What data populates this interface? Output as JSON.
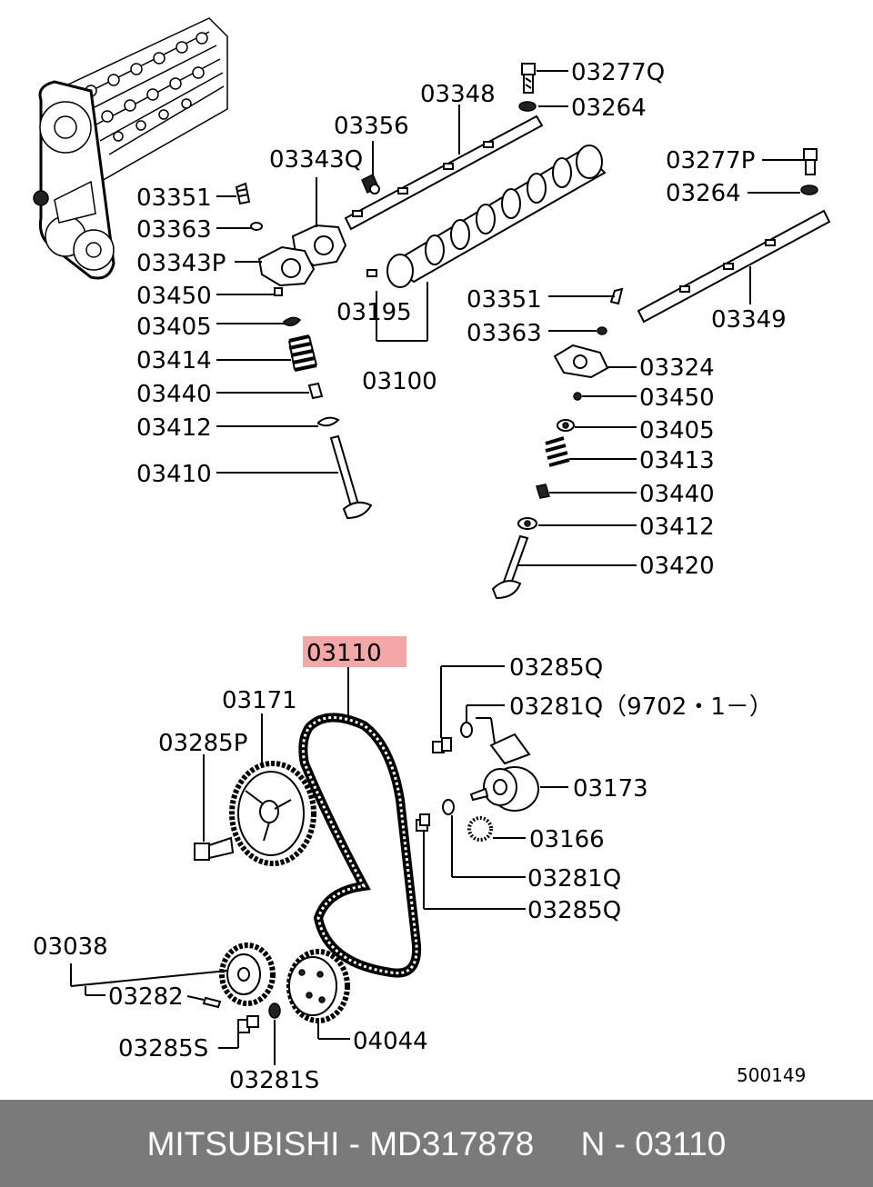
{
  "labels": {
    "l03277Q": "03277Q",
    "l03264a": "03264",
    "l03348": "03348",
    "l03356": "03356",
    "l03343Q": "03343Q",
    "l03277P": "03277P",
    "l03264b": "03264",
    "l03351a": "03351",
    "l03363a": "03363",
    "l03343P": "03343P",
    "l03450a": "03450",
    "l03405a": "03405",
    "l03414": "03414",
    "l03440a": "03440",
    "l03412a": "03412",
    "l03410": "03410",
    "l03195": "03195",
    "l03100": "03100",
    "l03351b": "03351",
    "l03363b": "03363",
    "l03349": "03349",
    "l03324": "03324",
    "l03450b": "03450",
    "l03405b": "03405",
    "l03413": "03413",
    "l03440b": "03440",
    "l03412b": "03412",
    "l03420": "03420",
    "l03110": "03110",
    "l03285Q_a": "03285Q",
    "l03281Q_a": "03281Q（9702・1－）",
    "l03171": "03171",
    "l03285P": "03285P",
    "l03173": "03173",
    "l03166": "03166",
    "l03281Q_b": "03281Q",
    "l03285Q_b": "03285Q",
    "l03038": "03038",
    "l03282": "03282",
    "l03285S": "03285S",
    "l04044": "04044",
    "l03281S": "03281S",
    "ref": "500149"
  },
  "highlight_color": "#f4a7a7",
  "footer": "MITSUBISHI - MD317878     N - 03110"
}
